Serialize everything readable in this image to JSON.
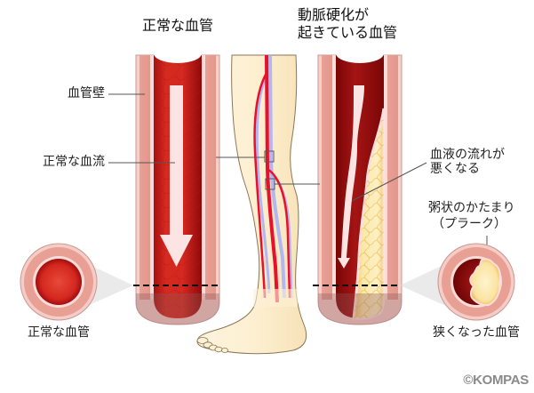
{
  "titles": {
    "normal": "正常な血管",
    "atherosclerosis_line1": "動脈硬化が",
    "atherosclerosis_line2": "起きている血管"
  },
  "labels": {
    "vessel_wall": "血管壁",
    "normal_flow": "正常な血流",
    "poor_flow_line1": "血液の流れが",
    "poor_flow_line2": "悪くなる",
    "plaque_line1": "粥状のかたまり",
    "plaque_line2": "（プラーク）",
    "normal_cross_section": "正常な血管",
    "narrowed_cross_section": "狭くなった血管"
  },
  "credit": "©KOMPAS",
  "colors": {
    "blood": "#d0231e",
    "blood_dark": "#8f0a0a",
    "vessel_wall": "#e8a298",
    "wall_inner": "#fbdcd8",
    "plaque": "#fbe6a3",
    "plaque_edge": "#e2a43a",
    "skin": "#fdf0d5",
    "skin_outline": "#8b7656",
    "artery": "#e8102a",
    "vein": "#a9b0f5",
    "flow_arrow": "#fde4e4"
  }
}
